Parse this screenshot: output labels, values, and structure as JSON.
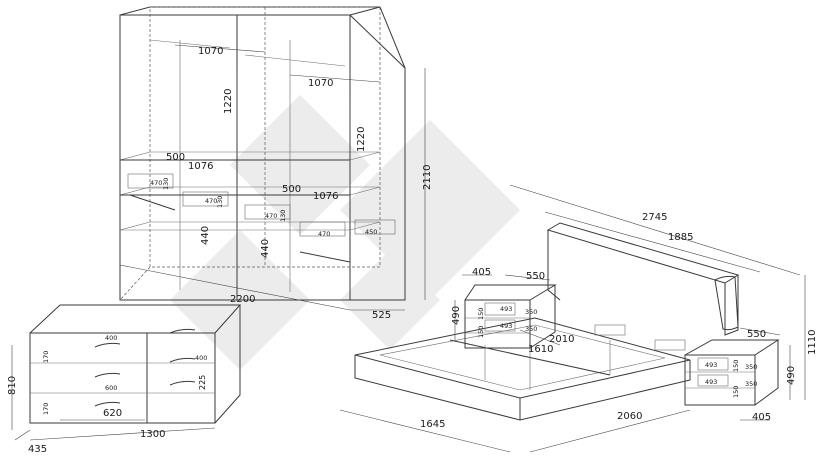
{
  "wardrobe": {
    "width": "2200",
    "depth": "525",
    "height": "2110",
    "upper_width_left": "1070",
    "upper_width_right": "1070",
    "upper_height_left": "1220",
    "upper_height_right": "1220",
    "shelf_width_left": "1076",
    "shelf_width_right": "1076",
    "shelf_depth_left": "500",
    "shelf_depth_right": "500",
    "drawer_width_1": "470",
    "drawer_width_2": "470",
    "drawer_width_3": "470",
    "drawer_width_4": "470",
    "drawer_width_5": "450",
    "drawer_height_1": "130",
    "drawer_height_2": "130",
    "drawer_height_3": "130",
    "lower_height_left": "440",
    "lower_height_right": "440"
  },
  "dresser": {
    "width": "1300",
    "depth": "435",
    "height": "810",
    "inner_width": "620",
    "drawer_width_1": "400",
    "drawer_width_2": "400",
    "drawer_width_3": "600",
    "drawer_height_1": "170",
    "drawer_height_2": "170",
    "drawer_height_3": "225"
  },
  "bed": {
    "length_total": "2745",
    "headboard_width": "1885",
    "mattress_length": "2010",
    "mattress_width": "1610",
    "frame_width": "1645",
    "frame_length": "2060",
    "height": "1110"
  },
  "nightstand_left": {
    "width": "405",
    "depth": "550",
    "height": "490",
    "drawer_width_1": "350",
    "drawer_width_2": "350",
    "drawer_depth_1": "493",
    "drawer_depth_2": "493",
    "drawer_height_1": "150",
    "drawer_height_2": "150"
  },
  "nightstand_right": {
    "width": "405",
    "depth": "550",
    "height": "490",
    "drawer_width_1": "350",
    "drawer_width_2": "350",
    "drawer_depth_1": "493",
    "drawer_depth_2": "493",
    "drawer_height_1": "150",
    "drawer_height_2": "150"
  },
  "colors": {
    "line": "#3a3a3a",
    "watermark": "#e8e8e8"
  }
}
